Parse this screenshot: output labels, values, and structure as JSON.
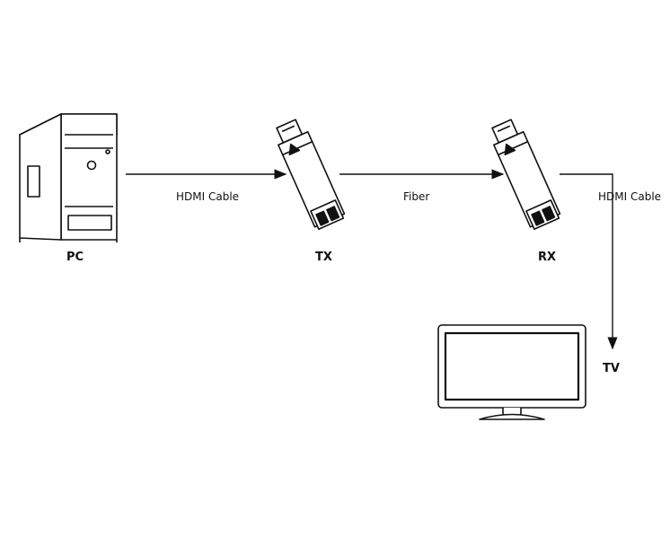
{
  "devices": {
    "pc": "PC",
    "tx": "TX",
    "rx": "RX",
    "tv": "TV"
  },
  "connections": {
    "pc_to_tx": "HDMI Cable",
    "tx_to_rx": "Fiber",
    "rx_to_tv": "HDMI Cable"
  }
}
